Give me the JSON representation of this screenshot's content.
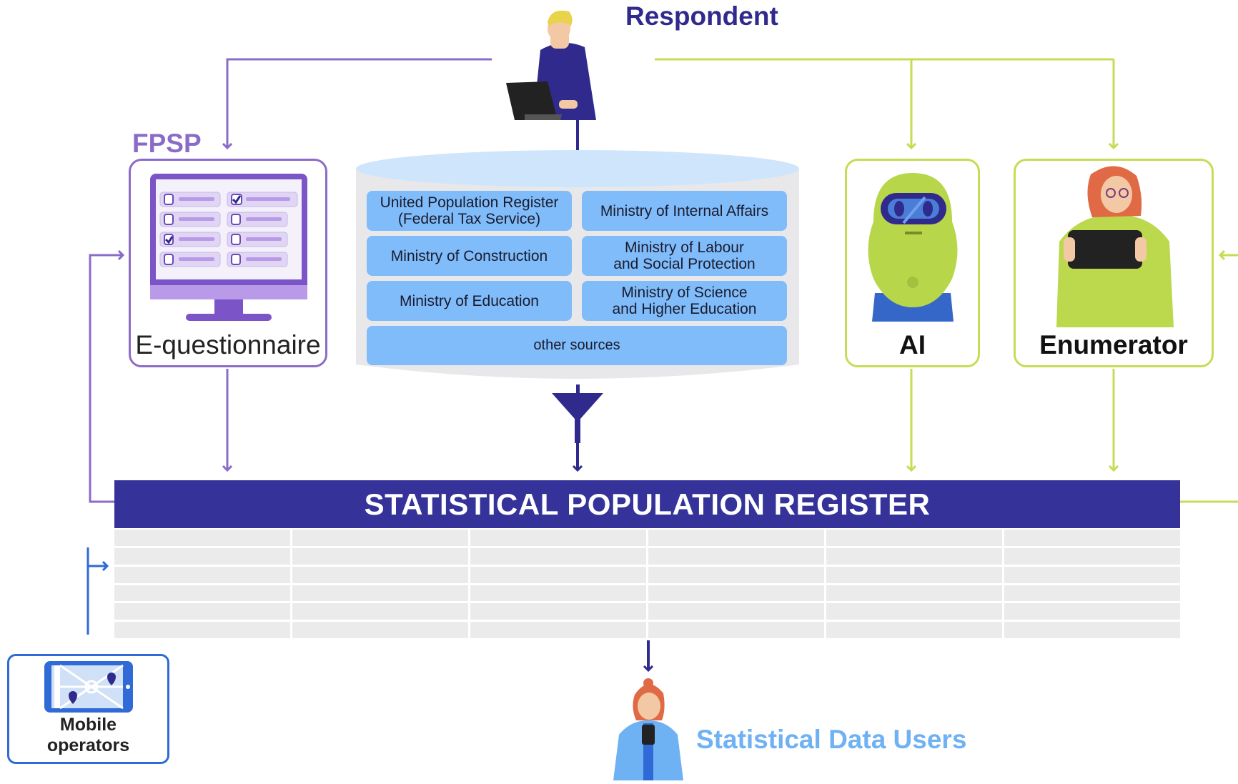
{
  "colors": {
    "purple": "#8a6cc8",
    "navy": "#35329a",
    "lime": "#c5dc55",
    "blue_source": "#7fbcf9",
    "light_blue_text": "#6fb2f3",
    "mobile_blue": "#2f6ad6"
  },
  "respondent": {
    "label": "Respondent",
    "icon": "person-with-laptop-icon"
  },
  "fpsp": {
    "label": "FPSP",
    "caption": "E-questionnaire",
    "icon": "monitor-checklist-icon"
  },
  "data_sources": {
    "items": [
      "United Population Register\n(Federal Tax Service)",
      "Ministry of Internal Affairs",
      "Ministry of Construction",
      "Ministry of Labour\nand Social Protection",
      "Ministry of Education",
      "Ministry of Science\nand Higher Education"
    ],
    "other": "other sources",
    "icon": "database-cylinder-icon",
    "filter_icon": "funnel-icon"
  },
  "ai": {
    "label": "AI",
    "icon": "robot-icon"
  },
  "enumerator": {
    "label": "Enumerator",
    "icon": "enumerator-with-tablet-icon"
  },
  "register": {
    "title": "STATISTICAL POPULATION REGISTER"
  },
  "mobile": {
    "label": "Mobile\noperators",
    "icon": "map-tablet-icon"
  },
  "users": {
    "label": "Statistical Data Users",
    "icon": "user-with-phone-icon"
  }
}
